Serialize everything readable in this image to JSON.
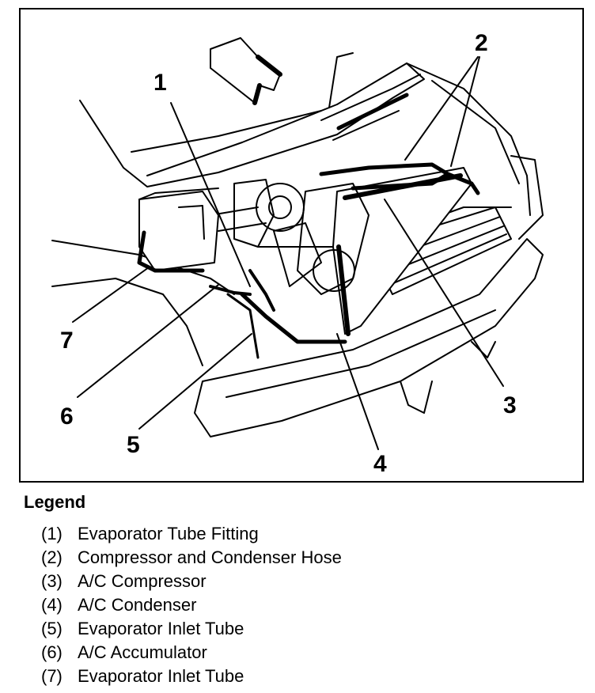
{
  "callouts": {
    "c1": "1",
    "c2": "2",
    "c3": "3",
    "c4": "4",
    "c5": "5",
    "c6": "6",
    "c7": "7"
  },
  "legend": {
    "title": "Legend",
    "items": [
      {
        "num": "(1)",
        "label": "Evaporator Tube Fitting"
      },
      {
        "num": "(2)",
        "label": "Compressor and Condenser Hose"
      },
      {
        "num": "(3)",
        "label": "A/C Compressor"
      },
      {
        "num": "(4)",
        "label": "A/C Condenser"
      },
      {
        "num": "(5)",
        "label": "Evaporator Inlet Tube"
      },
      {
        "num": "(6)",
        "label": "A/C Accumulator"
      },
      {
        "num": "(7)",
        "label": "Evaporator Inlet Tube"
      }
    ]
  }
}
